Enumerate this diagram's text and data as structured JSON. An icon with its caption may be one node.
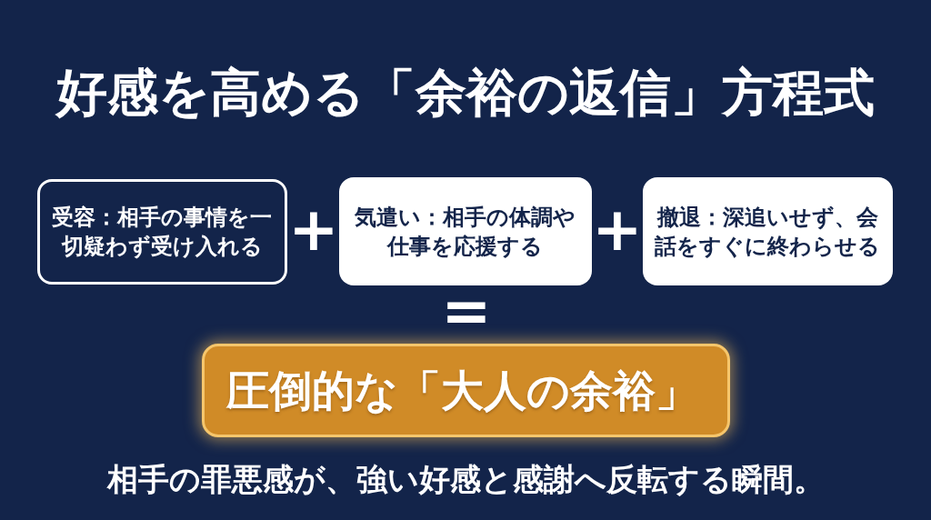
{
  "diagram": {
    "title": "好感を高める「余裕の返信」方程式",
    "nodes": [
      {
        "text": [
          "受容：相手の事情を一切疑わず受け入れる"
        ]
      },
      {
        "text": [
          "気遣い：相手の体調や仕事を応援する"
        ]
      },
      {
        "text": [
          "撤退：深追いせず、会話をすぐに終わらせる"
        ]
      },
      {
        "text": [
          "圧倒的な「大人の余裕」"
        ]
      }
    ],
    "labels": [
      "+",
      "+",
      "="
    ],
    "caption": "相手の罪悪感が、強い好感と感謝へ反転する瞬間。"
  }
}
